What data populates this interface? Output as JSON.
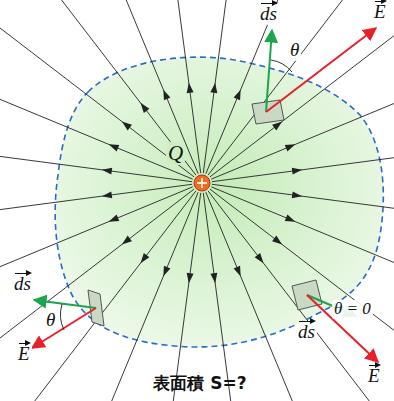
{
  "diagram": {
    "title": "表面積 S=?",
    "labels": [
      "ds",
      "θ",
      "E",
      "Q",
      "ds",
      "θ",
      "E",
      "θ = 0",
      "ds",
      "E"
    ]
  }
}
